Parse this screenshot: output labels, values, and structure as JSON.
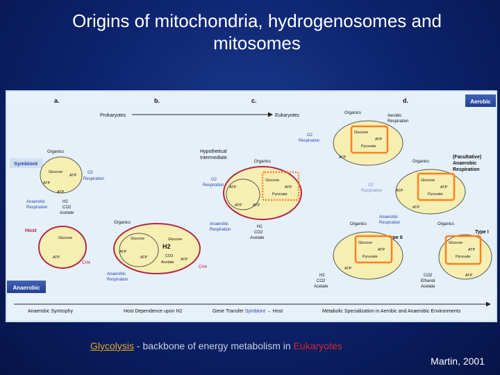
{
  "slide": {
    "title": "Origins of mitochondria, hydrogenosomes and mitosomes",
    "caption_term": "Glycolysis",
    "caption_middle": " - backbone of energy metabolism in ",
    "caption_end": "Eukaryotes",
    "credit": "Martin, 2001"
  },
  "colors": {
    "background": "#0d2470",
    "figure_bg": "#e6f0f8",
    "cell_fill": "#f6efb2",
    "membrane": "#b0264a",
    "band": "#2f4fa3",
    "highlight": "#ff7f1f"
  },
  "figure": {
    "panel_a": "a.",
    "panel_b": "b.",
    "panel_c": "c.",
    "panel_d": "d.",
    "prokaryotes": "Prokaryotes",
    "eukaryotes": "Eukaryotes",
    "aerobic": "Aerobic",
    "anaerobic": "Anaerobic",
    "symbiont": "Symbiont",
    "host": "Host",
    "hyp1": "Hypothetical",
    "hyp2": "Intermediate",
    "facultative1": "(Facultative)",
    "facultative2": "Anaerobic",
    "facultative3": "Respiration",
    "type1": "Type I",
    "type2": "Type II",
    "organics": "Organics",
    "glucose": "Glucose",
    "atp": "ATP",
    "pyruvate": "Pyruvate",
    "o2": "O2",
    "respiration": "Respiration",
    "aerobic_resp1": "Aerobic",
    "aerobic_resp2": "Respiration",
    "anaerobic_resp1": "Anaerobic",
    "anaerobic_resp2": "Respiration",
    "h2": "H2",
    "co2": "CO2",
    "acetate": "Acetate",
    "ch4": "CH4",
    "ethanol": "Ethanol",
    "bottom_1": "Anaerobic Syntrophy",
    "bottom_2": "Host Dependence upon H2",
    "bottom_3a": "Gene Transfer ",
    "bottom_3b": "Symbiont",
    "bottom_3c": " → Host",
    "bottom_4": "Metabolic Specialization in Aerobic and Anaerobic Environments"
  }
}
